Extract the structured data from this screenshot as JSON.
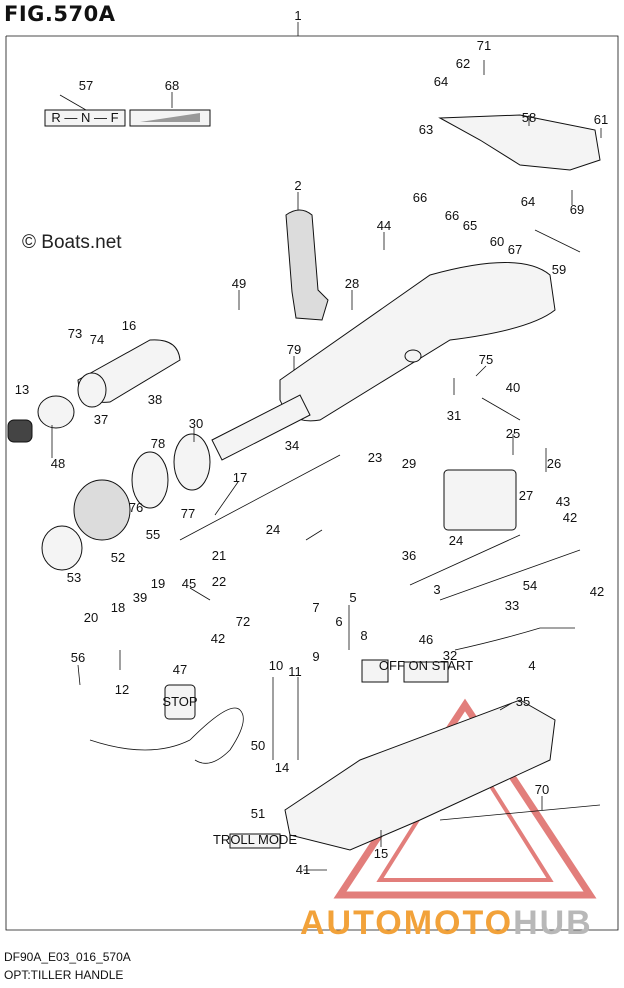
{
  "figure": {
    "title": "FIG.570A",
    "code": "DF90A_E03_016_570A",
    "caption": "OPT:TILLER HANDLE"
  },
  "watermark": "© Boats.net",
  "brand": {
    "part_a": "AUTOMOTO",
    "part_b": "HUB"
  },
  "labels": {
    "shift_plate": "R — N — F",
    "stop_switch": "STOP",
    "troll_mode": "TROLL MODE",
    "key_switch": "OFF ON START"
  },
  "colors": {
    "brand_orange": "#f2a23a",
    "brand_gray": "#b8b8b8",
    "logo_red": "#d9534f"
  },
  "callouts": {
    "c1": "1",
    "c2": "2",
    "c3": "3",
    "c4": "4",
    "c5": "5",
    "c6": "6",
    "c7": "7",
    "c8": "8",
    "c9": "9",
    "c10": "10",
    "c11": "11",
    "c12": "12",
    "c13": "13",
    "c14": "14",
    "c15": "15",
    "c16": "16",
    "c17": "17",
    "c18": "18",
    "c19": "19",
    "c20": "20",
    "c21": "21",
    "c22": "22",
    "c23": "23",
    "c24a": "24",
    "c24b": "24",
    "c25": "25",
    "c26": "26",
    "c27": "27",
    "c28": "28",
    "c29": "29",
    "c30": "30",
    "c31": "31",
    "c32": "32",
    "c33": "33",
    "c34": "34",
    "c35": "35",
    "c36": "36",
    "c37": "37",
    "c38": "38",
    "c39": "39",
    "c40": "40",
    "c41": "41",
    "c42a": "42",
    "c42b": "42",
    "c42c": "42",
    "c43": "43",
    "c44": "44",
    "c45": "45",
    "c46": "46",
    "c47": "47",
    "c48": "48",
    "c49": "49",
    "c50": "50",
    "c51": "51",
    "c52": "52",
    "c53": "53",
    "c54": "54",
    "c55": "55",
    "c56": "56",
    "c57": "57",
    "c58": "58",
    "c59": "59",
    "c60": "60",
    "c61": "61",
    "c62": "62",
    "c63": "63",
    "c64a": "64",
    "c64b": "64",
    "c65": "65",
    "c66a": "66",
    "c66b": "66",
    "c67": "67",
    "c68": "68",
    "c69": "69",
    "c70": "70",
    "c71": "71",
    "c72": "72",
    "c73": "73",
    "c74": "74",
    "c75": "75",
    "c76": "76",
    "c77": "77",
    "c78": "78",
    "c79": "79"
  }
}
